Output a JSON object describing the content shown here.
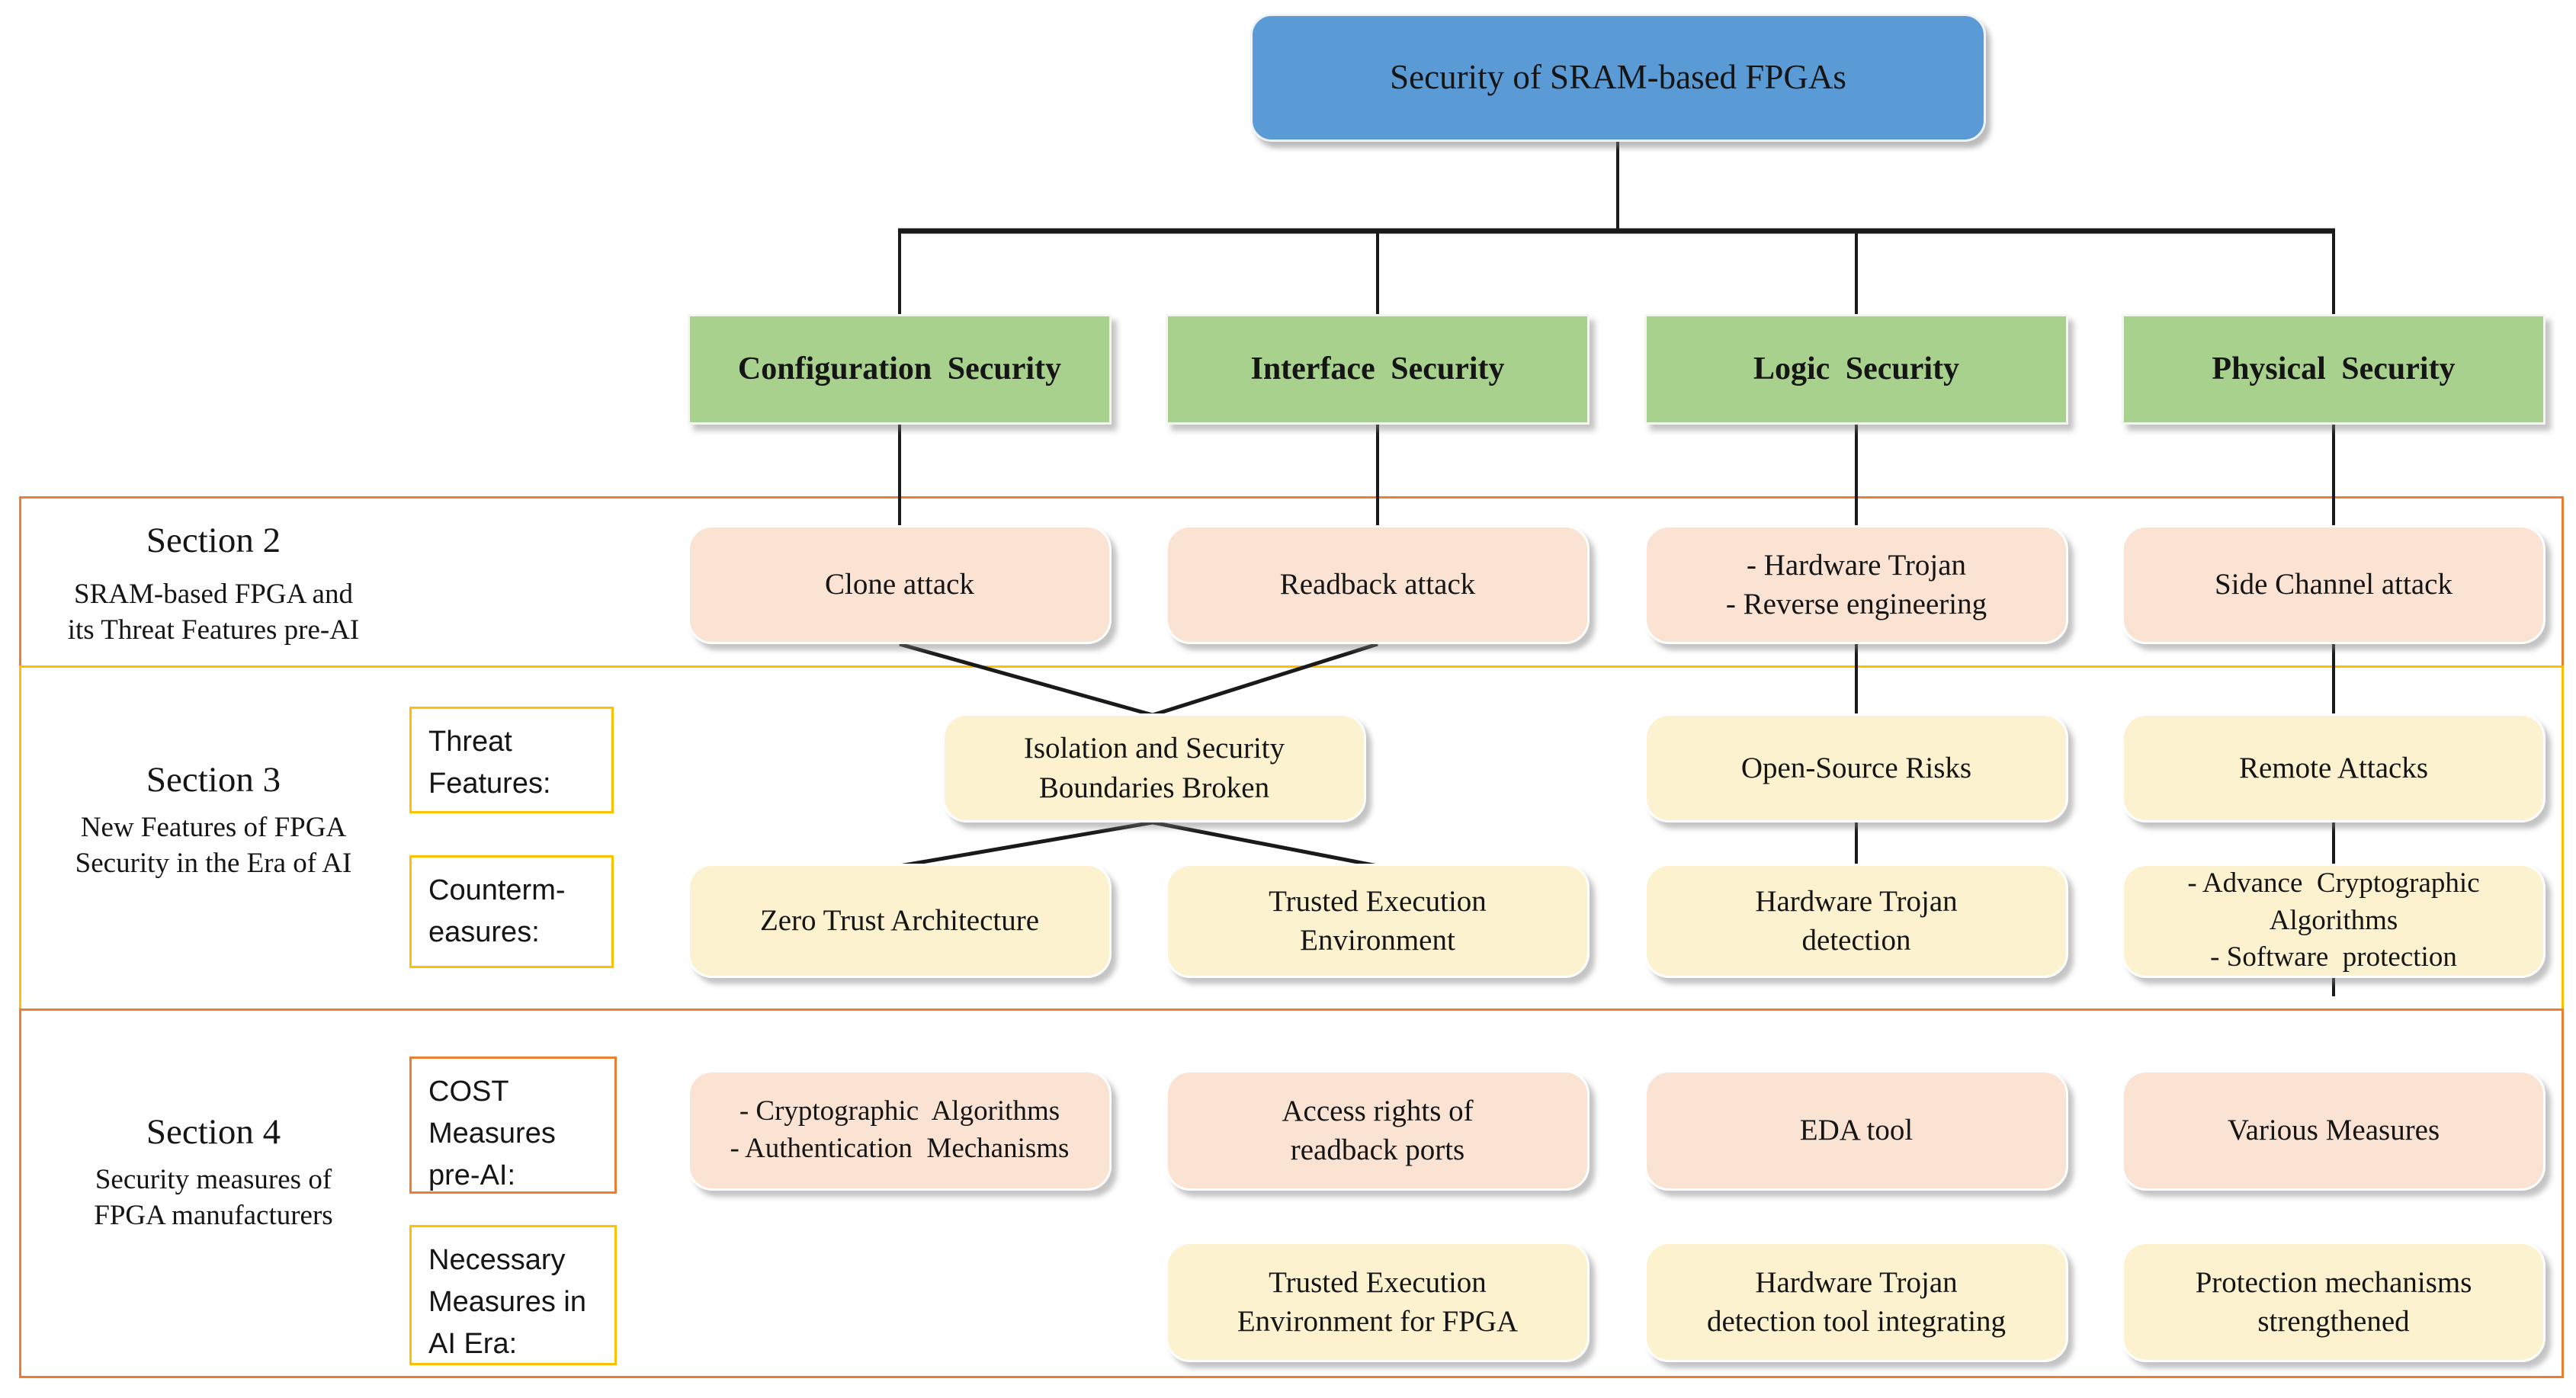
{
  "diagram": {
    "root": "Security of SRAM-based FPGAs",
    "branches": [
      "Configuration Security",
      "Interface Security",
      "Logic Security",
      "Physical Security"
    ]
  },
  "colors": {
    "root_blue": "#5b9bd5",
    "branch_green": "#a9d18e",
    "pre_ai_peach": "#fae3d3",
    "ai_era_cream": "#fdf2cf",
    "frame_orange": "#ed7d31",
    "frame_gold": "#ffc000",
    "line_black": "#1a1a1a"
  },
  "section2": {
    "title": "Section 2",
    "subtitle": [
      "SRAM-based FPGA and",
      "its Threat Features pre-AI"
    ],
    "boxes": {
      "clone": "Clone attack",
      "readback": "Readback attack",
      "trojan_reverse": [
        "- Hardware Trojan",
        "- Reverse engineering"
      ],
      "side_channel": "Side Channel attack"
    }
  },
  "section3": {
    "title": "Section 3",
    "subtitle": [
      "New Features of FPGA",
      "Security in the Era of AI"
    ],
    "labels": {
      "threat": [
        "Threat",
        "Features:"
      ],
      "counter": [
        "Counterm-",
        "easures:"
      ]
    },
    "threats": {
      "isolation": [
        "Isolation and Security",
        "Boundaries Broken"
      ],
      "open_source": "Open-Source Risks",
      "remote": "Remote Attacks"
    },
    "countermeasures": {
      "zero_trust": "Zero Trust Architecture",
      "tee": [
        "Trusted Execution",
        "Environment"
      ],
      "htd": [
        "Hardware Trojan",
        "detection"
      ],
      "advance": [
        "- Advance  Cryptographic",
        "Algorithms",
        "- Software  protection"
      ]
    }
  },
  "section4": {
    "title": "Section 4",
    "subtitle": [
      "Security measures of",
      "FPGA manufacturers"
    ],
    "labels": {
      "cost": [
        "COST",
        "Measures",
        "pre-AI:"
      ],
      "necessary": [
        "Necessary",
        "Measures in",
        "AI Era:"
      ]
    },
    "pre_ai": {
      "crypto_auth": [
        "- Cryptographic  Algorithms",
        "- Authentication  Mechanisms"
      ],
      "access": [
        "Access rights of",
        "readback ports"
      ],
      "eda": "EDA tool",
      "various": "Various Measures"
    },
    "ai_era": {
      "tee_fpga": [
        "Trusted Execution",
        "Environment for FPGA"
      ],
      "htd_tool": [
        "Hardware Trojan",
        "detection tool integrating"
      ],
      "protection": [
        "Protection mechanisms",
        "strengthened"
      ]
    }
  }
}
